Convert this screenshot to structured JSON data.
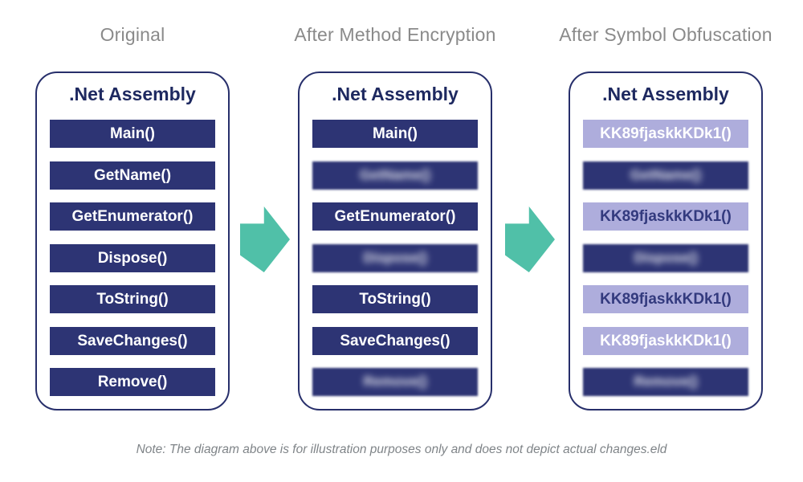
{
  "colors": {
    "navy_button": "#2d3474",
    "panel_border": "#272f6b",
    "panel_title_navy": "#1e2960",
    "lavender_button": "#aeaddc",
    "lavender_navy_text": "#333a7e",
    "teal_arrow": "#50c0a8",
    "header_gray": "#8a8a8a",
    "note_gray": "#7f8488"
  },
  "columns": [
    {
      "header": "Original",
      "panel_title": ".Net Assembly",
      "rows": [
        {
          "label": "Main()",
          "variant": "dark",
          "blurred": false
        },
        {
          "label": "GetName()",
          "variant": "dark",
          "blurred": false
        },
        {
          "label": "GetEnumerator()",
          "variant": "dark",
          "blurred": false
        },
        {
          "label": "Dispose()",
          "variant": "dark",
          "blurred": false
        },
        {
          "label": "ToString()",
          "variant": "dark",
          "blurred": false
        },
        {
          "label": "SaveChanges()",
          "variant": "dark",
          "blurred": false
        },
        {
          "label": "Remove()",
          "variant": "dark",
          "blurred": false
        }
      ]
    },
    {
      "header": "After Method Encryption",
      "panel_title": ".Net Assembly",
      "rows": [
        {
          "label": "Main()",
          "variant": "dark",
          "blurred": false
        },
        {
          "label": "GetName()",
          "variant": "dark",
          "blurred": true
        },
        {
          "label": "GetEnumerator()",
          "variant": "dark",
          "blurred": false
        },
        {
          "label": "Dispose()",
          "variant": "dark",
          "blurred": true
        },
        {
          "label": "ToString()",
          "variant": "dark",
          "blurred": false
        },
        {
          "label": "SaveChanges()",
          "variant": "dark",
          "blurred": false
        },
        {
          "label": "Remove()",
          "variant": "dark",
          "blurred": true
        }
      ]
    },
    {
      "header": "After Symbol Obfuscation",
      "panel_title": ".Net Assembly",
      "rows": [
        {
          "label": "KK89fjaskkKDk1()",
          "variant": "light-white",
          "blurred": false
        },
        {
          "label": "GetName()",
          "variant": "dark",
          "blurred": true
        },
        {
          "label": "KK89fjaskkKDk1()",
          "variant": "light-navy",
          "blurred": false
        },
        {
          "label": "Dispose()",
          "variant": "dark",
          "blurred": true
        },
        {
          "label": "KK89fjaskkKDk1()",
          "variant": "light-navy",
          "blurred": false
        },
        {
          "label": "KK89fjaskkKDk1()",
          "variant": "light-white",
          "blurred": false
        },
        {
          "label": "Remove()",
          "variant": "dark",
          "blurred": true
        }
      ]
    }
  ],
  "arrows": [
    {
      "name": "arrow-1",
      "direction": "right"
    },
    {
      "name": "arrow-2",
      "direction": "right"
    }
  ],
  "note": "Note: The diagram above is for illustration purposes only and does not depict actual changes.eld"
}
